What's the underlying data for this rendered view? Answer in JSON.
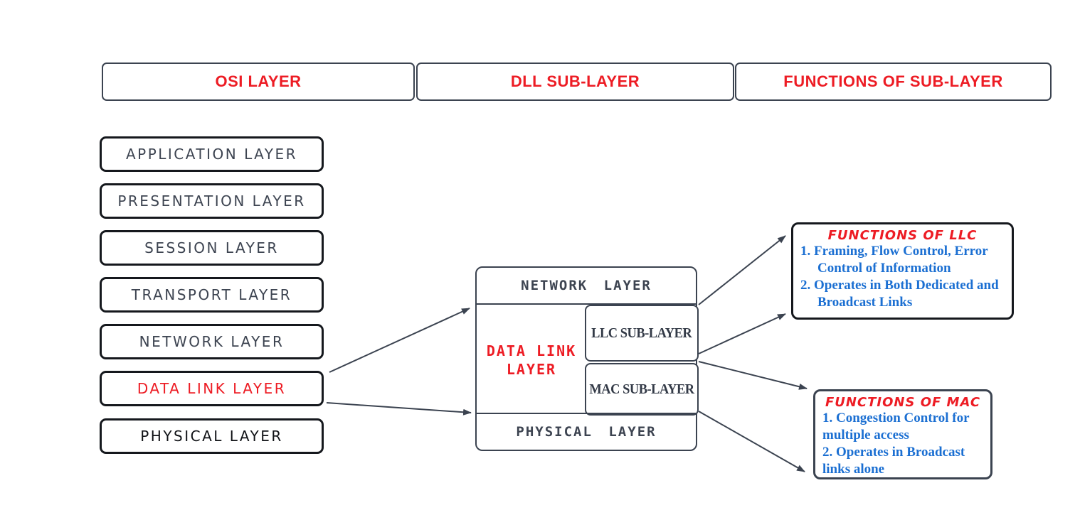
{
  "colors": {
    "accent_red": "#ed1c24",
    "body_blue": "#1b6fd2",
    "line_slate": "#3b4350",
    "box_black": "#15181d"
  },
  "headers": {
    "col1": "OSI LAYER",
    "col2": "DLL SUB-LAYER",
    "col3": "FUNCTIONS OF SUB-LAYER"
  },
  "osi_stack": {
    "items": [
      {
        "label": "APPLICATION LAYER"
      },
      {
        "label": "PRESENTATION LAYER"
      },
      {
        "label": "SESSION LAYER"
      },
      {
        "label": "TRANSPORT LAYER"
      },
      {
        "label": "NETWORK LAYER"
      },
      {
        "label": "DATA LINK LAYER"
      },
      {
        "label": "PHYSICAL LAYER"
      }
    ]
  },
  "dll_diagram": {
    "network_label": "NETWORK LAYER",
    "data_link_line1": "DATA LINK",
    "data_link_line2": "LAYER",
    "llc_label": "LLC SUB-LAYER",
    "mac_label": "MAC SUB-LAYER",
    "physical_label": "PHYSICAL LAYER"
  },
  "llc_functions": {
    "title": "FUNCTIONS OF LLC",
    "item1": "1. Framing, Flow Control, Error Control of Information",
    "item2": "2.  Operates in Both Dedicated and Broadcast Links"
  },
  "mac_functions": {
    "title": "FUNCTIONS OF MAC",
    "item1": "1. Congestion Control for multiple access",
    "item2": "2. Operates in Broadcast links alone"
  }
}
